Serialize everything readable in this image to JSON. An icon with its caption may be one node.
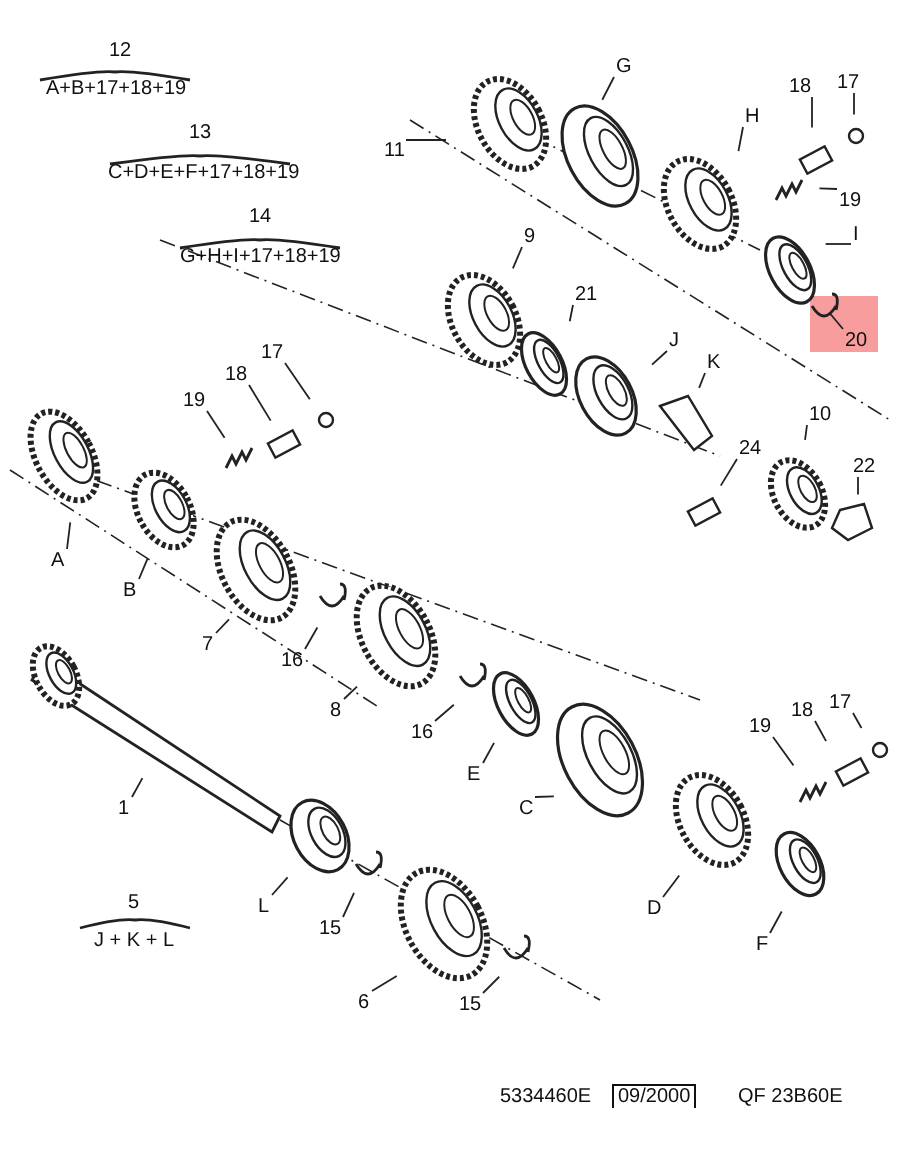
{
  "diagram": {
    "nodes": [
      {
        "text": [
          "11"
        ]
      },
      {
        "text": [
          "G"
        ]
      },
      {
        "text": [
          "18"
        ]
      },
      {
        "text": [
          "17"
        ]
      },
      {
        "text": [
          "H"
        ]
      },
      {
        "text": [
          "19"
        ]
      },
      {
        "text": [
          "I"
        ]
      },
      {
        "text": [
          "20"
        ]
      },
      {
        "text": [
          "9"
        ]
      },
      {
        "text": [
          "21"
        ]
      },
      {
        "text": [
          "J"
        ]
      },
      {
        "text": [
          "K"
        ]
      },
      {
        "text": [
          "24"
        ]
      },
      {
        "text": [
          "10"
        ]
      },
      {
        "text": [
          "22"
        ]
      },
      {
        "text": [
          "17"
        ]
      },
      {
        "text": [
          "18"
        ]
      },
      {
        "text": [
          "19"
        ]
      },
      {
        "text": [
          "A"
        ]
      },
      {
        "text": [
          "B"
        ]
      },
      {
        "text": [
          "7"
        ]
      },
      {
        "text": [
          "16"
        ]
      },
      {
        "text": [
          "8"
        ]
      },
      {
        "text": [
          "16"
        ]
      },
      {
        "text": [
          "E"
        ]
      },
      {
        "text": [
          "1"
        ]
      },
      {
        "text": [
          "C"
        ]
      },
      {
        "text": [
          "19"
        ]
      },
      {
        "text": [
          "18"
        ]
      },
      {
        "text": [
          "17"
        ]
      },
      {
        "text": [
          "L"
        ]
      },
      {
        "text": [
          "15"
        ]
      },
      {
        "text": [
          "D"
        ]
      },
      {
        "text": [
          "F"
        ]
      },
      {
        "text": [
          "6"
        ]
      },
      {
        "text": [
          "15"
        ]
      }
    ],
    "edges": [
      {
        "from": 0,
        "to": null,
        "arrow": "none"
      },
      {
        "from": 1,
        "to": null,
        "arrow": "none"
      },
      {
        "from": 2,
        "to": null,
        "arrow": "none"
      },
      {
        "from": 3,
        "to": null,
        "arrow": "none"
      },
      {
        "from": 4,
        "to": null,
        "arrow": "none"
      },
      {
        "from": 5,
        "to": null,
        "arrow": "none"
      },
      {
        "from": 6,
        "to": null,
        "arrow": "none"
      },
      {
        "from": 7,
        "to": null,
        "arrow": "none"
      },
      {
        "from": 8,
        "to": null,
        "arrow": "none"
      },
      {
        "from": 9,
        "to": null,
        "arrow": "none"
      },
      {
        "from": 10,
        "to": null,
        "arrow": "none"
      },
      {
        "from": 11,
        "to": null,
        "arrow": "none"
      },
      {
        "from": 12,
        "to": null,
        "arrow": "none"
      },
      {
        "from": 13,
        "to": null,
        "arrow": "none"
      },
      {
        "from": 14,
        "to": null,
        "arrow": "none"
      },
      {
        "from": 15,
        "to": null,
        "arrow": "none"
      },
      {
        "from": 16,
        "to": null,
        "arrow": "none"
      },
      {
        "from": 17,
        "to": null,
        "arrow": "none"
      },
      {
        "from": 18,
        "to": null,
        "arrow": "none"
      },
      {
        "from": 19,
        "to": null,
        "arrow": "none"
      },
      {
        "from": 20,
        "to": null,
        "arrow": "none"
      },
      {
        "from": 21,
        "to": null,
        "arrow": "none"
      },
      {
        "from": 22,
        "to": null,
        "arrow": "none"
      },
      {
        "from": 23,
        "to": null,
        "arrow": "none"
      },
      {
        "from": 24,
        "to": null,
        "arrow": "none"
      },
      {
        "from": 25,
        "to": null,
        "arrow": "none"
      },
      {
        "from": 26,
        "to": null,
        "arrow": "none"
      },
      {
        "from": 27,
        "to": null,
        "arrow": "none"
      },
      {
        "from": 28,
        "to": null,
        "arrow": "none"
      },
      {
        "from": 29,
        "to": null,
        "arrow": "none"
      },
      {
        "from": 30,
        "to": null,
        "arrow": "none"
      },
      {
        "from": 31,
        "to": null,
        "arrow": "none"
      },
      {
        "from": 32,
        "to": null,
        "arrow": "none"
      },
      {
        "from": 33,
        "to": null,
        "arrow": "none"
      },
      {
        "from": 34,
        "to": null,
        "arrow": "none"
      },
      {
        "from": 35,
        "to": null,
        "arrow": "none"
      }
    ],
    "labels": [
      "12",
      "A+B+17+18+19",
      "13",
      "C+D+E+F+17+18+19",
      "14",
      "G+H+I+17+18+19",
      "5",
      "J + K + L",
      "5334460E",
      "09/2000",
      "QF 23B60E"
    ]
  }
}
